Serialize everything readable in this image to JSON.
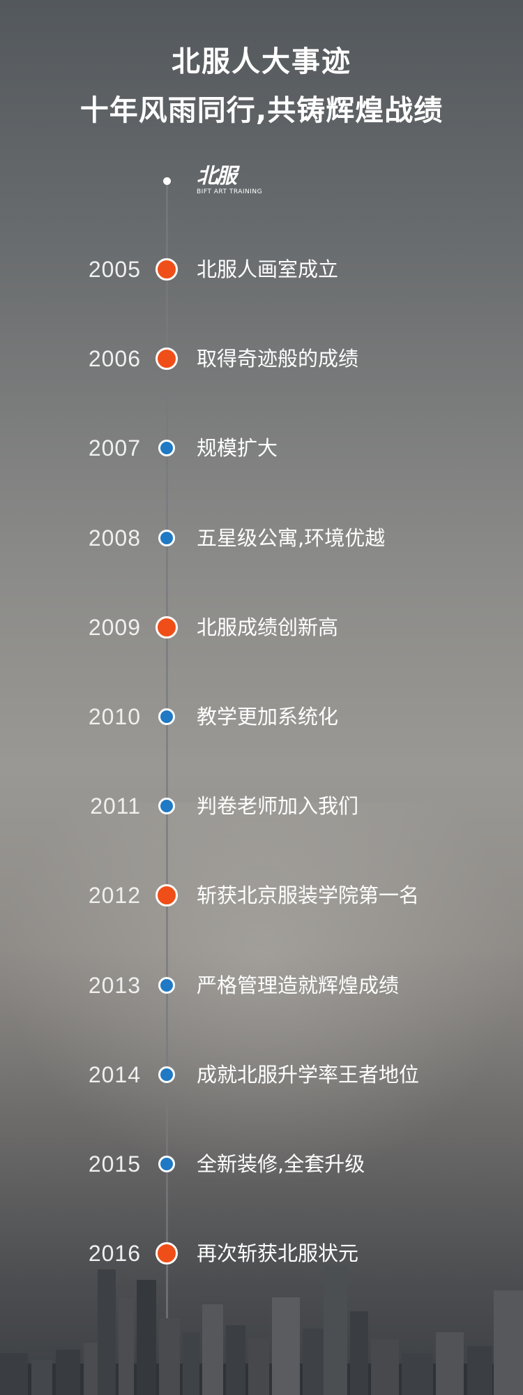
{
  "title_line1": "北服人大事迹",
  "title_line2": "十年风雨同行,共铸辉煌战绩",
  "logo": {
    "mark": "北服",
    "subtitle": "BIFT ART TRAINING"
  },
  "colors": {
    "major_dot": "#f04e18",
    "minor_dot": "#1f79c4",
    "timeline": "#7a7c80"
  },
  "events": [
    {
      "year": "2005",
      "text": "北服人画室成立",
      "type": "major"
    },
    {
      "year": "2006",
      "text": "取得奇迹般的成绩",
      "type": "major"
    },
    {
      "year": "2007",
      "text": "规模扩大",
      "type": "minor"
    },
    {
      "year": "2008",
      "text": "五星级公寓,环境优越",
      "type": "minor"
    },
    {
      "year": "2009",
      "text": "北服成绩创新高",
      "type": "major"
    },
    {
      "year": "2010",
      "text": "教学更加系统化",
      "type": "minor"
    },
    {
      "year": "2011",
      "text": "判卷老师加入我们",
      "type": "minor"
    },
    {
      "year": "2012",
      "text": "斩获北京服装学院第一名",
      "type": "major"
    },
    {
      "year": "2013",
      "text": "严格管理造就辉煌成绩",
      "type": "minor"
    },
    {
      "year": "2014",
      "text": "成就北服升学率王者地位",
      "type": "minor"
    },
    {
      "year": "2015",
      "text": "全新装修,全套升级",
      "type": "minor"
    },
    {
      "year": "2016",
      "text": "再次斩获北服状元",
      "type": "major"
    }
  ]
}
